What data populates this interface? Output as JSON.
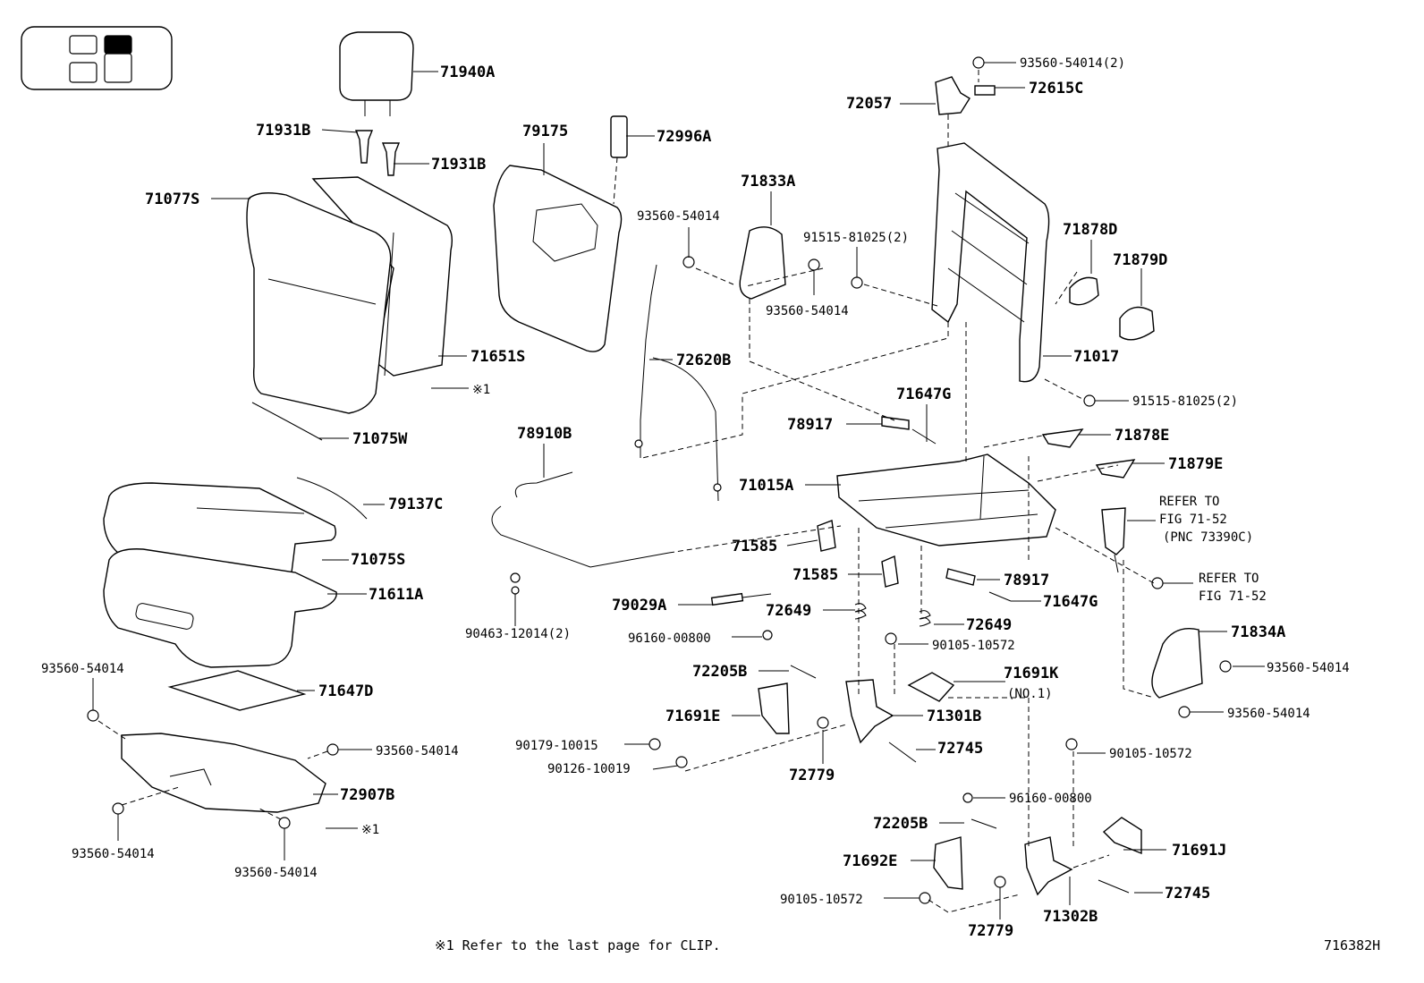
{
  "diagram_id": "716382H",
  "footnote": "※1 Refer to the last page for CLIP.",
  "position_key": {
    "highlighted_cell": "upper-right"
  },
  "labels": {
    "l_71940A": "71940A",
    "l_71931B_a": "71931B",
    "l_71931B_b": "71931B",
    "l_71077S": "71077S",
    "l_71651S": "71651S",
    "l_clip1_a": "※1",
    "l_71075W": "71075W",
    "l_79175": "79175",
    "l_72996A": "72996A",
    "l_71833A": "71833A",
    "l_93560_54014_a": "93560-54014",
    "l_93560_54014_b": "93560-54014",
    "l_72620B": "72620B",
    "l_93560_54014_2_top": "93560-54014(2)",
    "l_72615C": "72615C",
    "l_72057": "72057",
    "l_91515_81025_2_a": "91515-81025(2)",
    "l_71878D": "71878D",
    "l_71879D": "71879D",
    "l_71017": "71017",
    "l_91515_81025_2_b": "91515-81025(2)",
    "l_71647G_a": "71647G",
    "l_78917_a": "78917",
    "l_71878E": "71878E",
    "l_71879E": "71879E",
    "l_71015A": "71015A",
    "l_refer1_a": "REFER TO",
    "l_refer1_b": "FIG 71-52",
    "l_refer1_c": "(PNC 73390C)",
    "l_refer2_a": "REFER TO",
    "l_refer2_b": "FIG 71-52",
    "l_78910B": "78910B",
    "l_79137C": "79137C",
    "l_71075S": "71075S",
    "l_71611A": "71611A",
    "l_71585_a": "71585",
    "l_71585_b": "71585",
    "l_78917_b": "78917",
    "l_71647G_b": "71647G",
    "l_79029A": "79029A",
    "l_72649_a": "72649",
    "l_72649_b": "72649",
    "l_90463_12014": "90463-12014(2)",
    "l_96160_00800_a": "96160-00800",
    "l_90105_10572_a": "90105-10572",
    "l_71834A": "71834A",
    "l_93560_54014_c": "93560-54014",
    "l_93560_54014_d": "93560-54014",
    "l_93560_54014_e": "93560-54014",
    "l_71647D": "71647D",
    "l_72205B_a": "72205B",
    "l_71691K": "71691K",
    "l_no1": "(NO.1)",
    "l_71691E": "71691E",
    "l_71301B": "71301B",
    "l_93560_54014_f": "93560-54014",
    "l_90179_10015": "90179-10015",
    "l_72745_a": "72745",
    "l_90105_10572_b": "90105-10572",
    "l_90126_10019": "90126-10019",
    "l_72779_a": "72779",
    "l_72907B": "72907B",
    "l_96160_00800_b": "96160-00800",
    "l_clip1_b": "※1",
    "l_72205B_b": "72205B",
    "l_93560_54014_g": "93560-54014",
    "l_93560_54014_h": "93560-54014",
    "l_71691J": "71691J",
    "l_71692E": "71692E",
    "l_72745_b": "72745",
    "l_90105_10572_c": "90105-10572",
    "l_72779_b": "72779",
    "l_71302B": "71302B"
  }
}
